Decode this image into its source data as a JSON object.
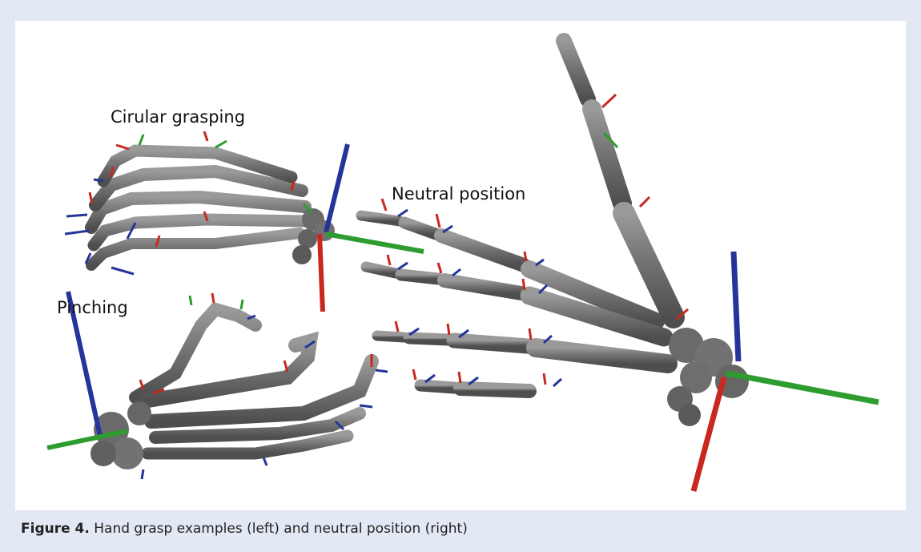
{
  "figure": {
    "labels": {
      "circular_grasping": "Cirular grasping",
      "neutral_position": "Neutral position",
      "pinching": "Pinching"
    },
    "caption": {
      "label": "Figure 4.",
      "text": " Hand grasp examples (left) and neutral position (right)"
    },
    "axis_colors": {
      "x": "#c8281e",
      "y": "#2e9c2e",
      "z": "#24349a"
    },
    "bone_color": "#6f6f6f"
  }
}
